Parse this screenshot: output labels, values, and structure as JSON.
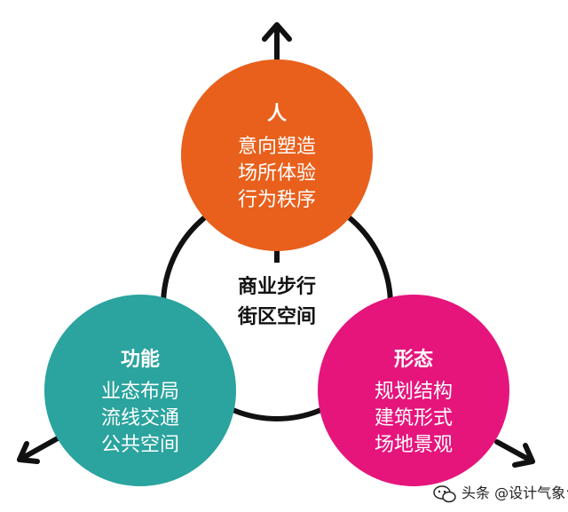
{
  "diagram": {
    "center": {
      "lines": [
        "商业步行",
        "街区空间"
      ]
    },
    "nodes": [
      {
        "id": "people",
        "title": "人",
        "lines": [
          "意向塑造",
          "场所体验",
          "行为秩序"
        ],
        "color": "#e8601c"
      },
      {
        "id": "function",
        "title": "功能",
        "lines": [
          "业态布局",
          "流线交通",
          "公共空间"
        ],
        "color": "#2ba39e"
      },
      {
        "id": "form",
        "title": "形态",
        "lines": [
          "规划结构",
          "建筑形式",
          "场地景观"
        ],
        "color": "#e5157c"
      }
    ],
    "ring_color": "#111111",
    "arrow_color": "#111111"
  },
  "watermark": {
    "text": "头条 @设计气象台"
  }
}
